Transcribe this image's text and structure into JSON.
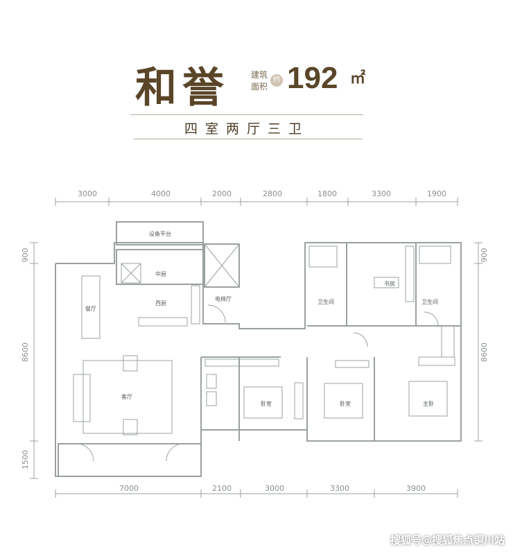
{
  "header": {
    "title": "和誉",
    "area_label_line1": "建筑",
    "area_label_line2": "面积",
    "area_approx": "约",
    "area_value": "192",
    "area_unit": "㎡",
    "layout_text": "四室两厅三卫"
  },
  "dimensions": {
    "top": [
      "3000",
      "4000",
      "2000",
      "2800",
      "1800",
      "3300",
      "1900"
    ],
    "bottom": [
      "7000",
      "2100",
      "3000",
      "3300",
      "3900"
    ],
    "left": [
      "900",
      "8600",
      "1500"
    ],
    "right": [
      "900",
      "8600"
    ]
  },
  "rooms": {
    "equipment_platform": "设备平台",
    "kitchen": "中厨",
    "west_kitchen": "西厨",
    "elevator_hall": "电梯厅",
    "dining": "餐厅",
    "living": "客厅",
    "bath1": "卫生间",
    "study": "书房",
    "bath2": "卫生间",
    "bedroom1": "卧室",
    "bedroom2": "卧室",
    "master": "主卧"
  },
  "watermark": "搜狐号@搜狐焦点铜川站",
  "colors": {
    "title": "#5a4528",
    "wall": "#9aa0a0",
    "rule": "#b8ad9e"
  }
}
